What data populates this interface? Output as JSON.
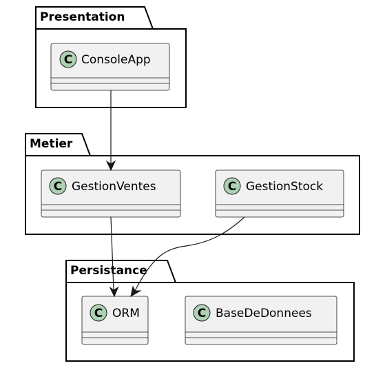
{
  "packages": {
    "presentation": {
      "title": "Presentation"
    },
    "metier": {
      "title": "Metier"
    },
    "persistance": {
      "title": "Persistance"
    }
  },
  "classes": {
    "console_app": {
      "stereotype": "C",
      "name": "ConsoleApp"
    },
    "gestion_ventes": {
      "stereotype": "C",
      "name": "GestionVentes"
    },
    "gestion_stock": {
      "stereotype": "C",
      "name": "GestionStock"
    },
    "orm": {
      "stereotype": "C",
      "name": "ORM"
    },
    "base_de_donnees": {
      "stereotype": "C",
      "name": "BaseDeDonnees"
    }
  },
  "relations": [
    {
      "from": "ConsoleApp",
      "to": "GestionVentes",
      "type": "dependency"
    },
    {
      "from": "GestionVentes",
      "to": "ORM",
      "type": "dependency"
    },
    {
      "from": "GestionStock",
      "to": "ORM",
      "type": "dependency"
    }
  ],
  "colors": {
    "class_fill": "#f1f1f1",
    "class_circle": "#add1b2",
    "stroke": "#181818",
    "package_fill": "#ffffff"
  }
}
